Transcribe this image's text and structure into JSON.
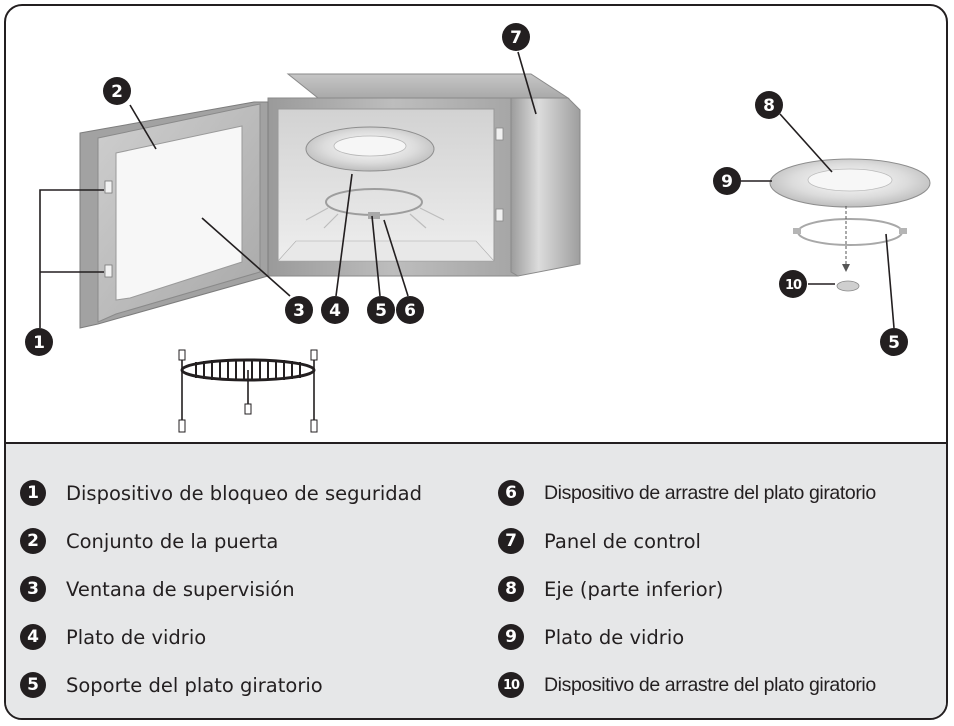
{
  "callouts": {
    "c1": "1",
    "c2": "2",
    "c3": "3",
    "c4": "4",
    "c5": "5",
    "c6": "6",
    "c7": "7",
    "c8": "8",
    "c9": "9",
    "c10": "10",
    "c5b": "5"
  },
  "legend": {
    "left": [
      {
        "num": "1",
        "label": "Dispositivo de bloqueo de seguridad"
      },
      {
        "num": "2",
        "label": "Conjunto de la puerta"
      },
      {
        "num": "3",
        "label": "Ventana de supervisión"
      },
      {
        "num": "4",
        "label": "Plato de vidrio"
      },
      {
        "num": "5",
        "label": "Soporte del plato giratorio"
      }
    ],
    "right": [
      {
        "num": "6",
        "label": "Dispositivo de arrastre del plato giratorio"
      },
      {
        "num": "7",
        "label": "Panel de control"
      },
      {
        "num": "8",
        "label": "Eje (parte inferior)"
      },
      {
        "num": "9",
        "label": "Plato de vidrio"
      },
      {
        "num": "10",
        "label": "Dispositivo de arrastre del plato giratorio"
      }
    ]
  },
  "colors": {
    "outline": "#231f20",
    "legend_bg": "#e6e7e8",
    "metal_light": "#e4e4e4",
    "metal_mid": "#b9b9b9",
    "metal_dark": "#8f8f8f"
  }
}
